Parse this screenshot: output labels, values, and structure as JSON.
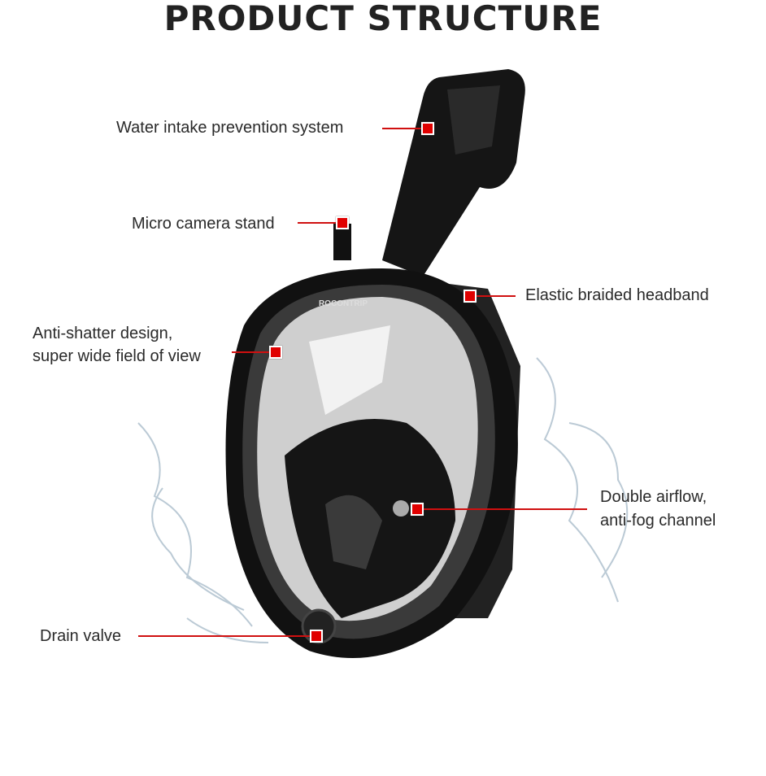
{
  "title": "PRODUCT STRUCTURE",
  "brand_logo": "ROCONTRIP",
  "callouts": {
    "water_intake": "Water intake prevention system",
    "camera_stand": "Micro camera stand",
    "headband": "Elastic braided headband",
    "anti_shatter_1": "Anti-shatter design,",
    "anti_shatter_2": "super wide field of view",
    "airflow_1": "Double airflow,",
    "airflow_2": "anti-fog channel",
    "drain_valve": "Drain valve"
  },
  "colors": {
    "marker": "#e00000",
    "line": "#d01010",
    "mask": "#1a1a1a"
  }
}
